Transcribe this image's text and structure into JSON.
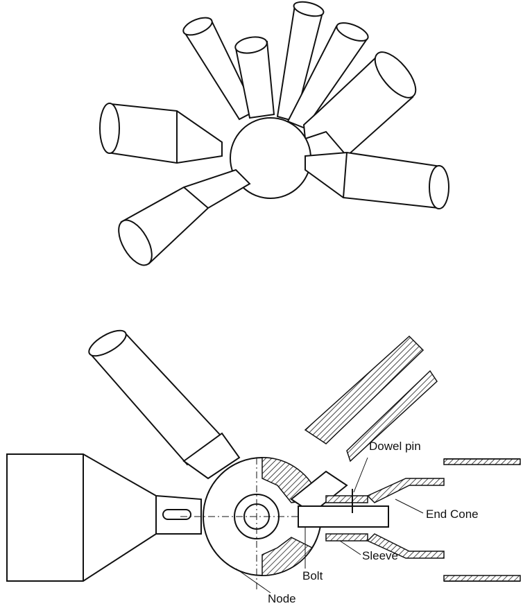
{
  "labels": {
    "dowel_pin": "Dowel pin",
    "end_cone": "End Cone",
    "sleeve": "Sleeve",
    "bolt": "Bolt",
    "node": "Node"
  }
}
